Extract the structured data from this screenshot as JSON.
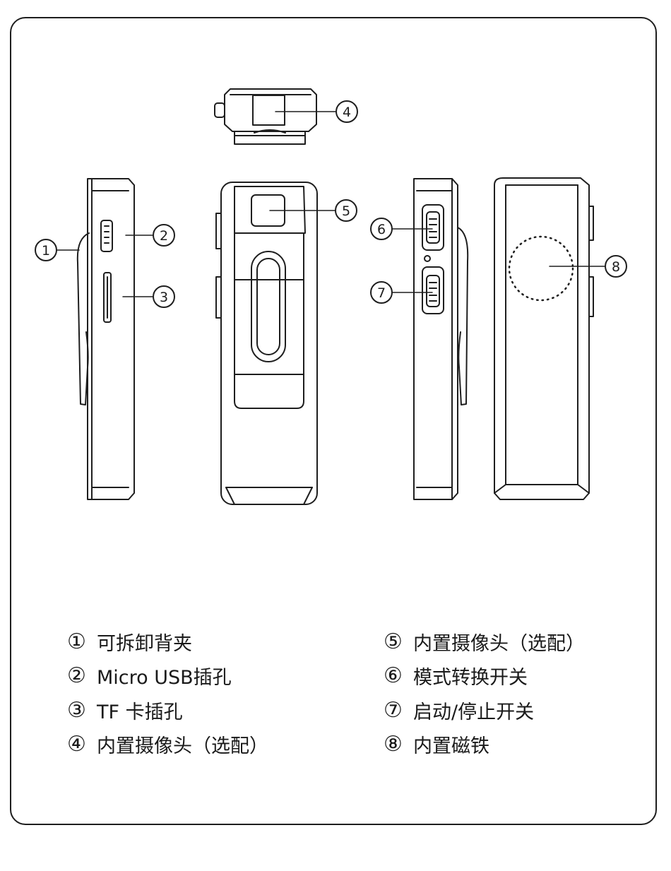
{
  "callouts": [
    "①",
    "②",
    "③",
    "④",
    "⑤",
    "⑥",
    "⑦",
    "⑧"
  ],
  "legend": {
    "left": [
      {
        "num": "①",
        "text": "可拆卸背夹"
      },
      {
        "num": "②",
        "text": "Micro USB插孔"
      },
      {
        "num": "③",
        "text": "TF 卡插孔"
      },
      {
        "num": "④",
        "text": "内置摄像头（选配）"
      }
    ],
    "right": [
      {
        "num": "⑤",
        "text": "内置摄像头（选配）"
      },
      {
        "num": "⑥",
        "text": "模式转换开关"
      },
      {
        "num": "⑦",
        "text": "启动/停止开关"
      },
      {
        "num": "⑧",
        "text": "内置磁铁"
      }
    ]
  },
  "colors": {
    "line": "#1e1e1e",
    "background": "#ffffff"
  }
}
